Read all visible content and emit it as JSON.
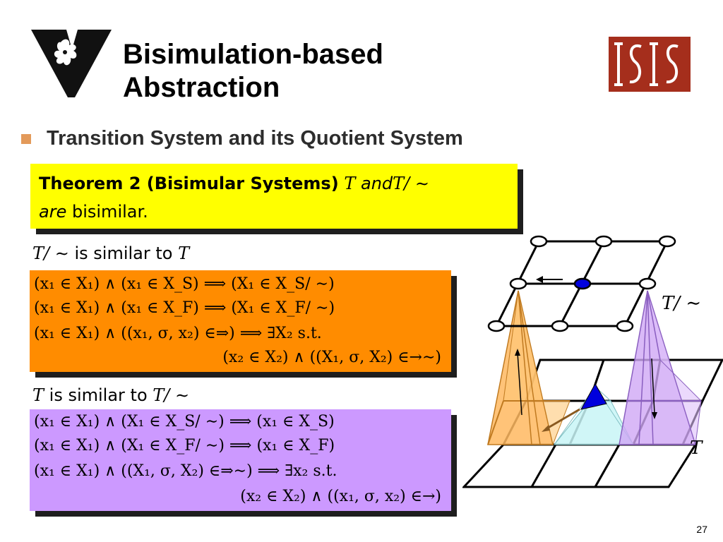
{
  "header": {
    "title_line1": "Bisimulation-based",
    "title_line2": "Abstraction"
  },
  "logos": {
    "left": "vanderbilt-v-logo",
    "right": "isis-logo"
  },
  "bullet": {
    "text": "Transition System and its Quotient System"
  },
  "theorem": {
    "heading": "Theorem 2 (Bisimular Systems)",
    "math1": "T",
    "and_word": "and",
    "math2": "T/ ∼",
    "are_word": "are",
    "rest": "bisimilar."
  },
  "section1": {
    "caption_math_a": "T/ ∼",
    "caption_text": "is similar to",
    "caption_math_b": "T",
    "lines": [
      "(x₁ ∈ X₁) ∧ (x₁ ∈ X_S) ⟹ (X₁ ∈ X_S/ ∼)",
      "(x₁ ∈ X₁) ∧ (x₁ ∈ X_F) ⟹ (X₁ ∈ X_F/ ∼)",
      "(x₁ ∈ X₁) ∧ ((x₁, σ, x₂) ∈⇒) ⟹ ∃X₂ s.t.",
      "(x₂ ∈ X₂) ∧ ((X₁, σ, X₂) ∈→∼)"
    ]
  },
  "section2": {
    "caption_math_a": "T",
    "caption_text": "is similar to",
    "caption_math_b": "T/ ∼",
    "lines": [
      "(x₁ ∈ X₁) ∧ (X₁ ∈ X_S/ ∼) ⟹ (x₁ ∈ X_S)",
      "(x₁ ∈ X₁) ∧ (X₁ ∈ X_F/ ∼) ⟹ (x₁ ∈ X_F)",
      "(x₁ ∈ X₁) ∧ ((X₁, σ, X₂) ∈⇒∼) ⟹ ∃x₂ s.t.",
      "(x₂ ∈ X₂) ∧ ((x₁, σ, x₂) ∈→)"
    ]
  },
  "diagram": {
    "label_quotient": "T/ ∼",
    "label_system": "T",
    "colors": {
      "orange_pyramid": "#ffb860",
      "purple_pyramid": "#cfa8f5",
      "cyan_pyramid": "#c8f4f6",
      "blue_marker": "#0000dd"
    }
  },
  "footer": {
    "page_number": "27"
  }
}
